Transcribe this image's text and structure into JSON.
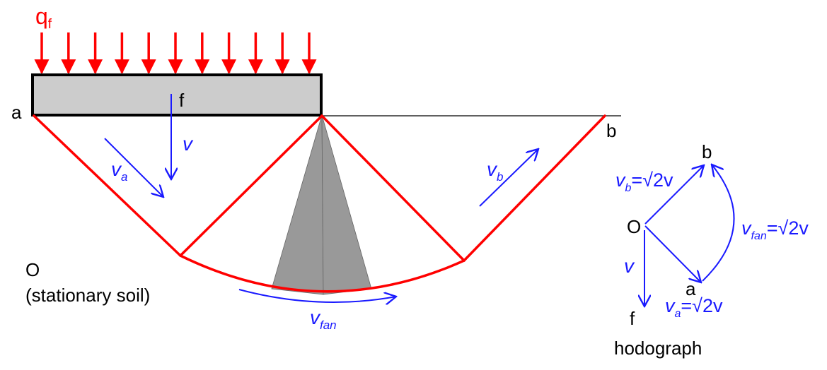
{
  "colors": {
    "load": "#ff0000",
    "mechanism": "#ff0000",
    "velocity": "#1a1aff",
    "footing_fill": "#cccccc",
    "fan_fill": "#999999",
    "outline": "#000000"
  },
  "load": {
    "symbol": "q",
    "subscript": "f"
  },
  "points": {
    "a": "a",
    "b": "b",
    "f": "f",
    "O": "O"
  },
  "stationary_label": "(stationary soil)",
  "velocities": {
    "v": "v",
    "va": {
      "base": "v",
      "sub": "a"
    },
    "vb": {
      "base": "v",
      "sub": "b"
    },
    "vfan": {
      "base": "v",
      "sub": "fan"
    }
  },
  "hodograph": {
    "title": "hodograph",
    "O": "O",
    "a": "a",
    "b": "b",
    "f": "f",
    "v": "v",
    "va_label": {
      "base": "v",
      "sub": "a",
      "value": "=√2v"
    },
    "vb_label": {
      "base": "v",
      "sub": "b",
      "value": "=√2v"
    },
    "vfan_label": {
      "base": "v",
      "sub": "fan",
      "value": "=√2v"
    }
  }
}
